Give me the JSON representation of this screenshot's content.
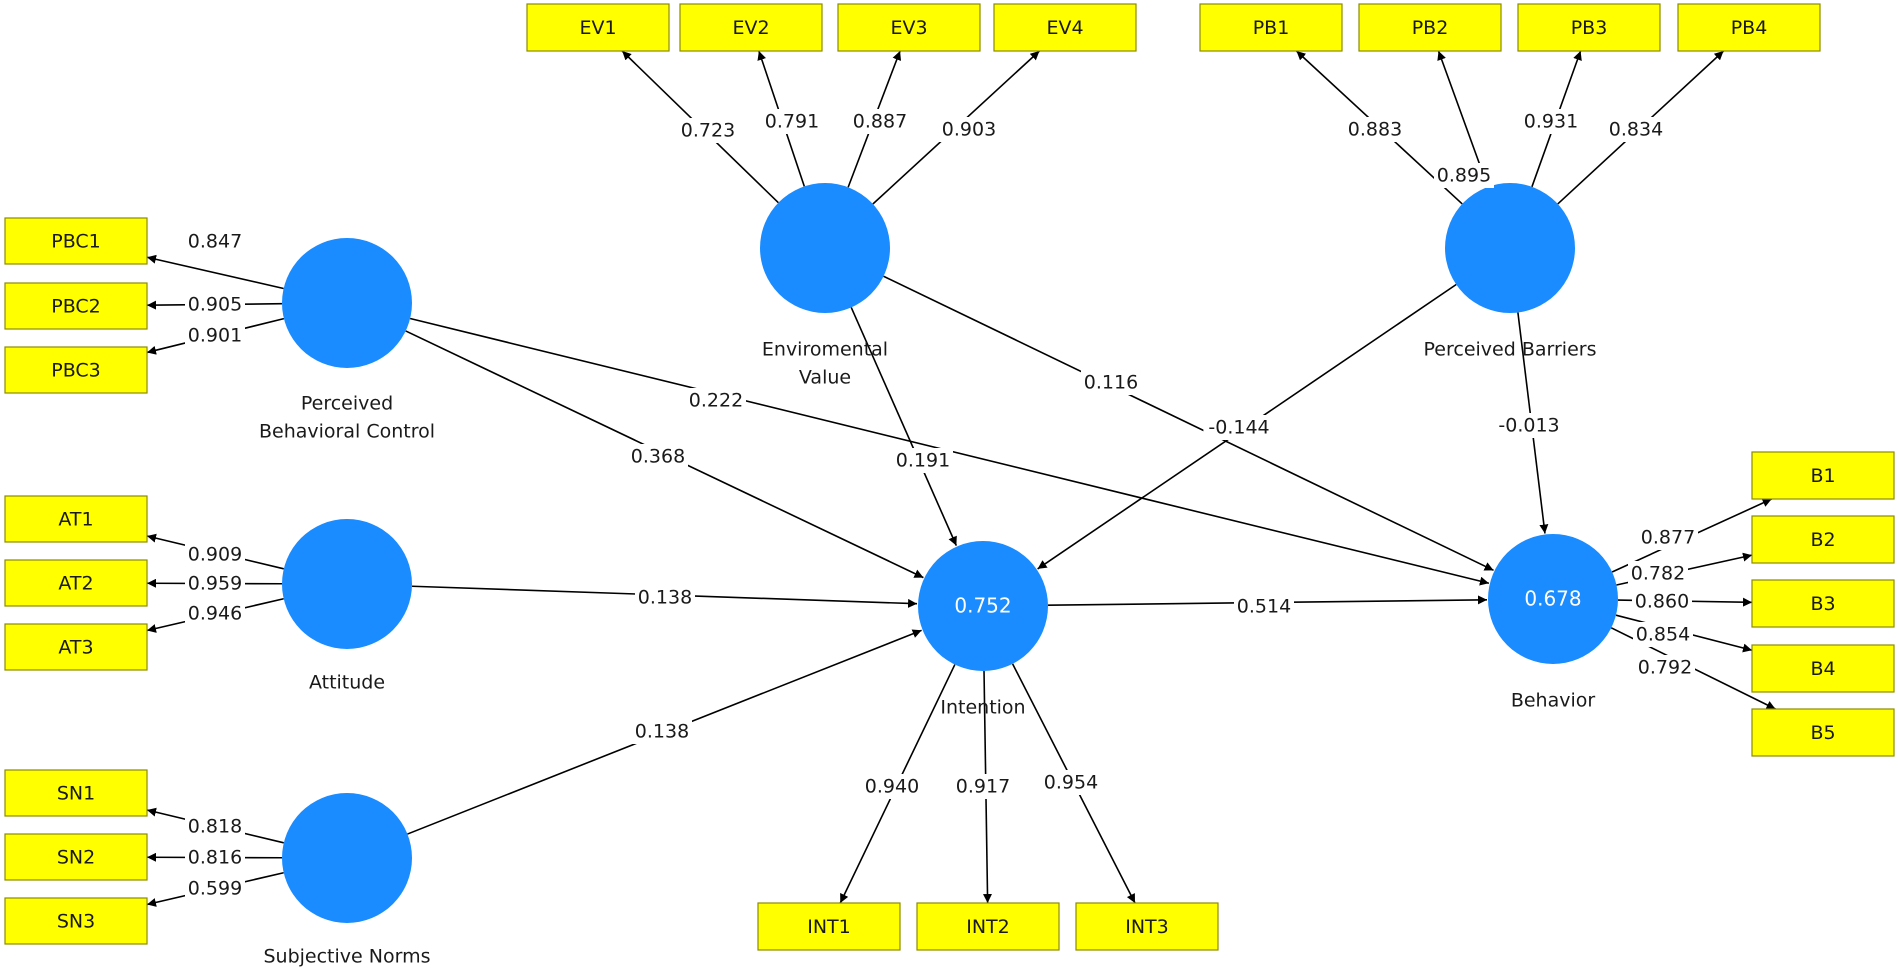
{
  "colors": {
    "construct_fill": "#1a8cff",
    "indicator_fill": "#ffff00",
    "indicator_border": "#8c8c00",
    "arrow": "#000000",
    "background": "#ffffff"
  },
  "constructs": [
    {
      "id": "PBC",
      "label_lines": [
        "Perceived",
        "Behavioral Control"
      ],
      "r2": ""
    },
    {
      "id": "ATT",
      "label_lines": [
        "Attitude"
      ],
      "r2": ""
    },
    {
      "id": "SN",
      "label_lines": [
        "Subjective Norms"
      ],
      "r2": ""
    },
    {
      "id": "EV",
      "label_lines": [
        "Enviromental",
        "Value"
      ],
      "r2": ""
    },
    {
      "id": "PB",
      "label_lines": [
        "Perceived Barriers"
      ],
      "r2": ""
    },
    {
      "id": "INT",
      "label_lines": [
        "Intention"
      ],
      "r2": "0.752"
    },
    {
      "id": "BEH",
      "label_lines": [
        "Behavior"
      ],
      "r2": "0.678"
    }
  ],
  "indicators": [
    {
      "id": "EV1",
      "construct": "EV",
      "loading": "0.723"
    },
    {
      "id": "EV2",
      "construct": "EV",
      "loading": "0.791"
    },
    {
      "id": "EV3",
      "construct": "EV",
      "loading": "0.887"
    },
    {
      "id": "EV4",
      "construct": "EV",
      "loading": "0.903"
    },
    {
      "id": "PB1",
      "construct": "PB",
      "loading": "0.883"
    },
    {
      "id": "PB2",
      "construct": "PB",
      "loading": "0.895"
    },
    {
      "id": "PB3",
      "construct": "PB",
      "loading": "0.931"
    },
    {
      "id": "PB4",
      "construct": "PB",
      "loading": "0.834"
    },
    {
      "id": "PBC1",
      "construct": "PBC",
      "loading": "0.847"
    },
    {
      "id": "PBC2",
      "construct": "PBC",
      "loading": "0.905"
    },
    {
      "id": "PBC3",
      "construct": "PBC",
      "loading": "0.901"
    },
    {
      "id": "AT1",
      "construct": "ATT",
      "loading": "0.909"
    },
    {
      "id": "AT2",
      "construct": "ATT",
      "loading": "0.959"
    },
    {
      "id": "AT3",
      "construct": "ATT",
      "loading": "0.946"
    },
    {
      "id": "SN1",
      "construct": "SN",
      "loading": "0.818"
    },
    {
      "id": "SN2",
      "construct": "SN",
      "loading": "0.816"
    },
    {
      "id": "SN3",
      "construct": "SN",
      "loading": "0.599"
    },
    {
      "id": "INT1",
      "construct": "INT",
      "loading": "0.940"
    },
    {
      "id": "INT2",
      "construct": "INT",
      "loading": "0.917"
    },
    {
      "id": "INT3",
      "construct": "INT",
      "loading": "0.954"
    },
    {
      "id": "B1",
      "construct": "BEH",
      "loading": "0.877"
    },
    {
      "id": "B2",
      "construct": "BEH",
      "loading": "0.782"
    },
    {
      "id": "B3",
      "construct": "BEH",
      "loading": "0.860"
    },
    {
      "id": "B4",
      "construct": "BEH",
      "loading": "0.854"
    },
    {
      "id": "B5",
      "construct": "BEH",
      "loading": "0.792"
    }
  ],
  "paths": [
    {
      "from": "PBC",
      "to": "INT",
      "coef": "0.368"
    },
    {
      "from": "PBC",
      "to": "BEH",
      "coef": "0.222"
    },
    {
      "from": "ATT",
      "to": "INT",
      "coef": "0.138"
    },
    {
      "from": "SN",
      "to": "INT",
      "coef": "0.138"
    },
    {
      "from": "EV",
      "to": "INT",
      "coef": "0.191"
    },
    {
      "from": "EV",
      "to": "BEH",
      "coef": "0.116"
    },
    {
      "from": "PB",
      "to": "INT",
      "coef": "-0.144"
    },
    {
      "from": "PB",
      "to": "BEH",
      "coef": "-0.013"
    },
    {
      "from": "INT",
      "to": "BEH",
      "coef": "0.514"
    }
  ]
}
